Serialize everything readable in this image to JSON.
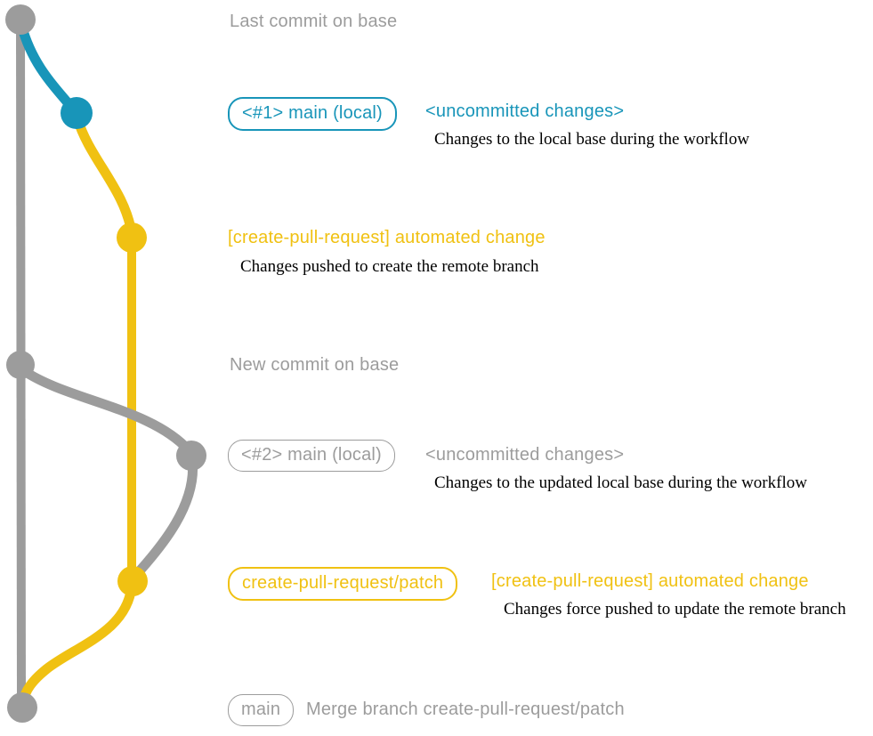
{
  "colors": {
    "teal": "#1895B9",
    "yellow": "#F0C112",
    "gray": "#9C9C9C",
    "note_text": "#000000",
    "background": "#FFFFFF"
  },
  "annotations": {
    "last_commit_label": "Last commit on base",
    "branch1": {
      "badge": "<#1> main (local)",
      "status": "<uncommitted changes>",
      "description": "Changes to the local base during the workflow"
    },
    "push1": {
      "title": "[create-pull-request] automated change",
      "description": "Changes pushed to create the remote branch"
    },
    "new_commit_label": "New commit on base",
    "branch2": {
      "badge": "<#2> main (local)",
      "status": "<uncommitted changes>",
      "description": "Changes to the updated local base during the workflow"
    },
    "push2": {
      "badge": "create-pull-request/patch",
      "title": "[create-pull-request] automated change",
      "description": "Changes force pushed to update the remote branch"
    },
    "merge": {
      "badge": "main",
      "message": "Merge branch create-pull-request/patch"
    }
  }
}
